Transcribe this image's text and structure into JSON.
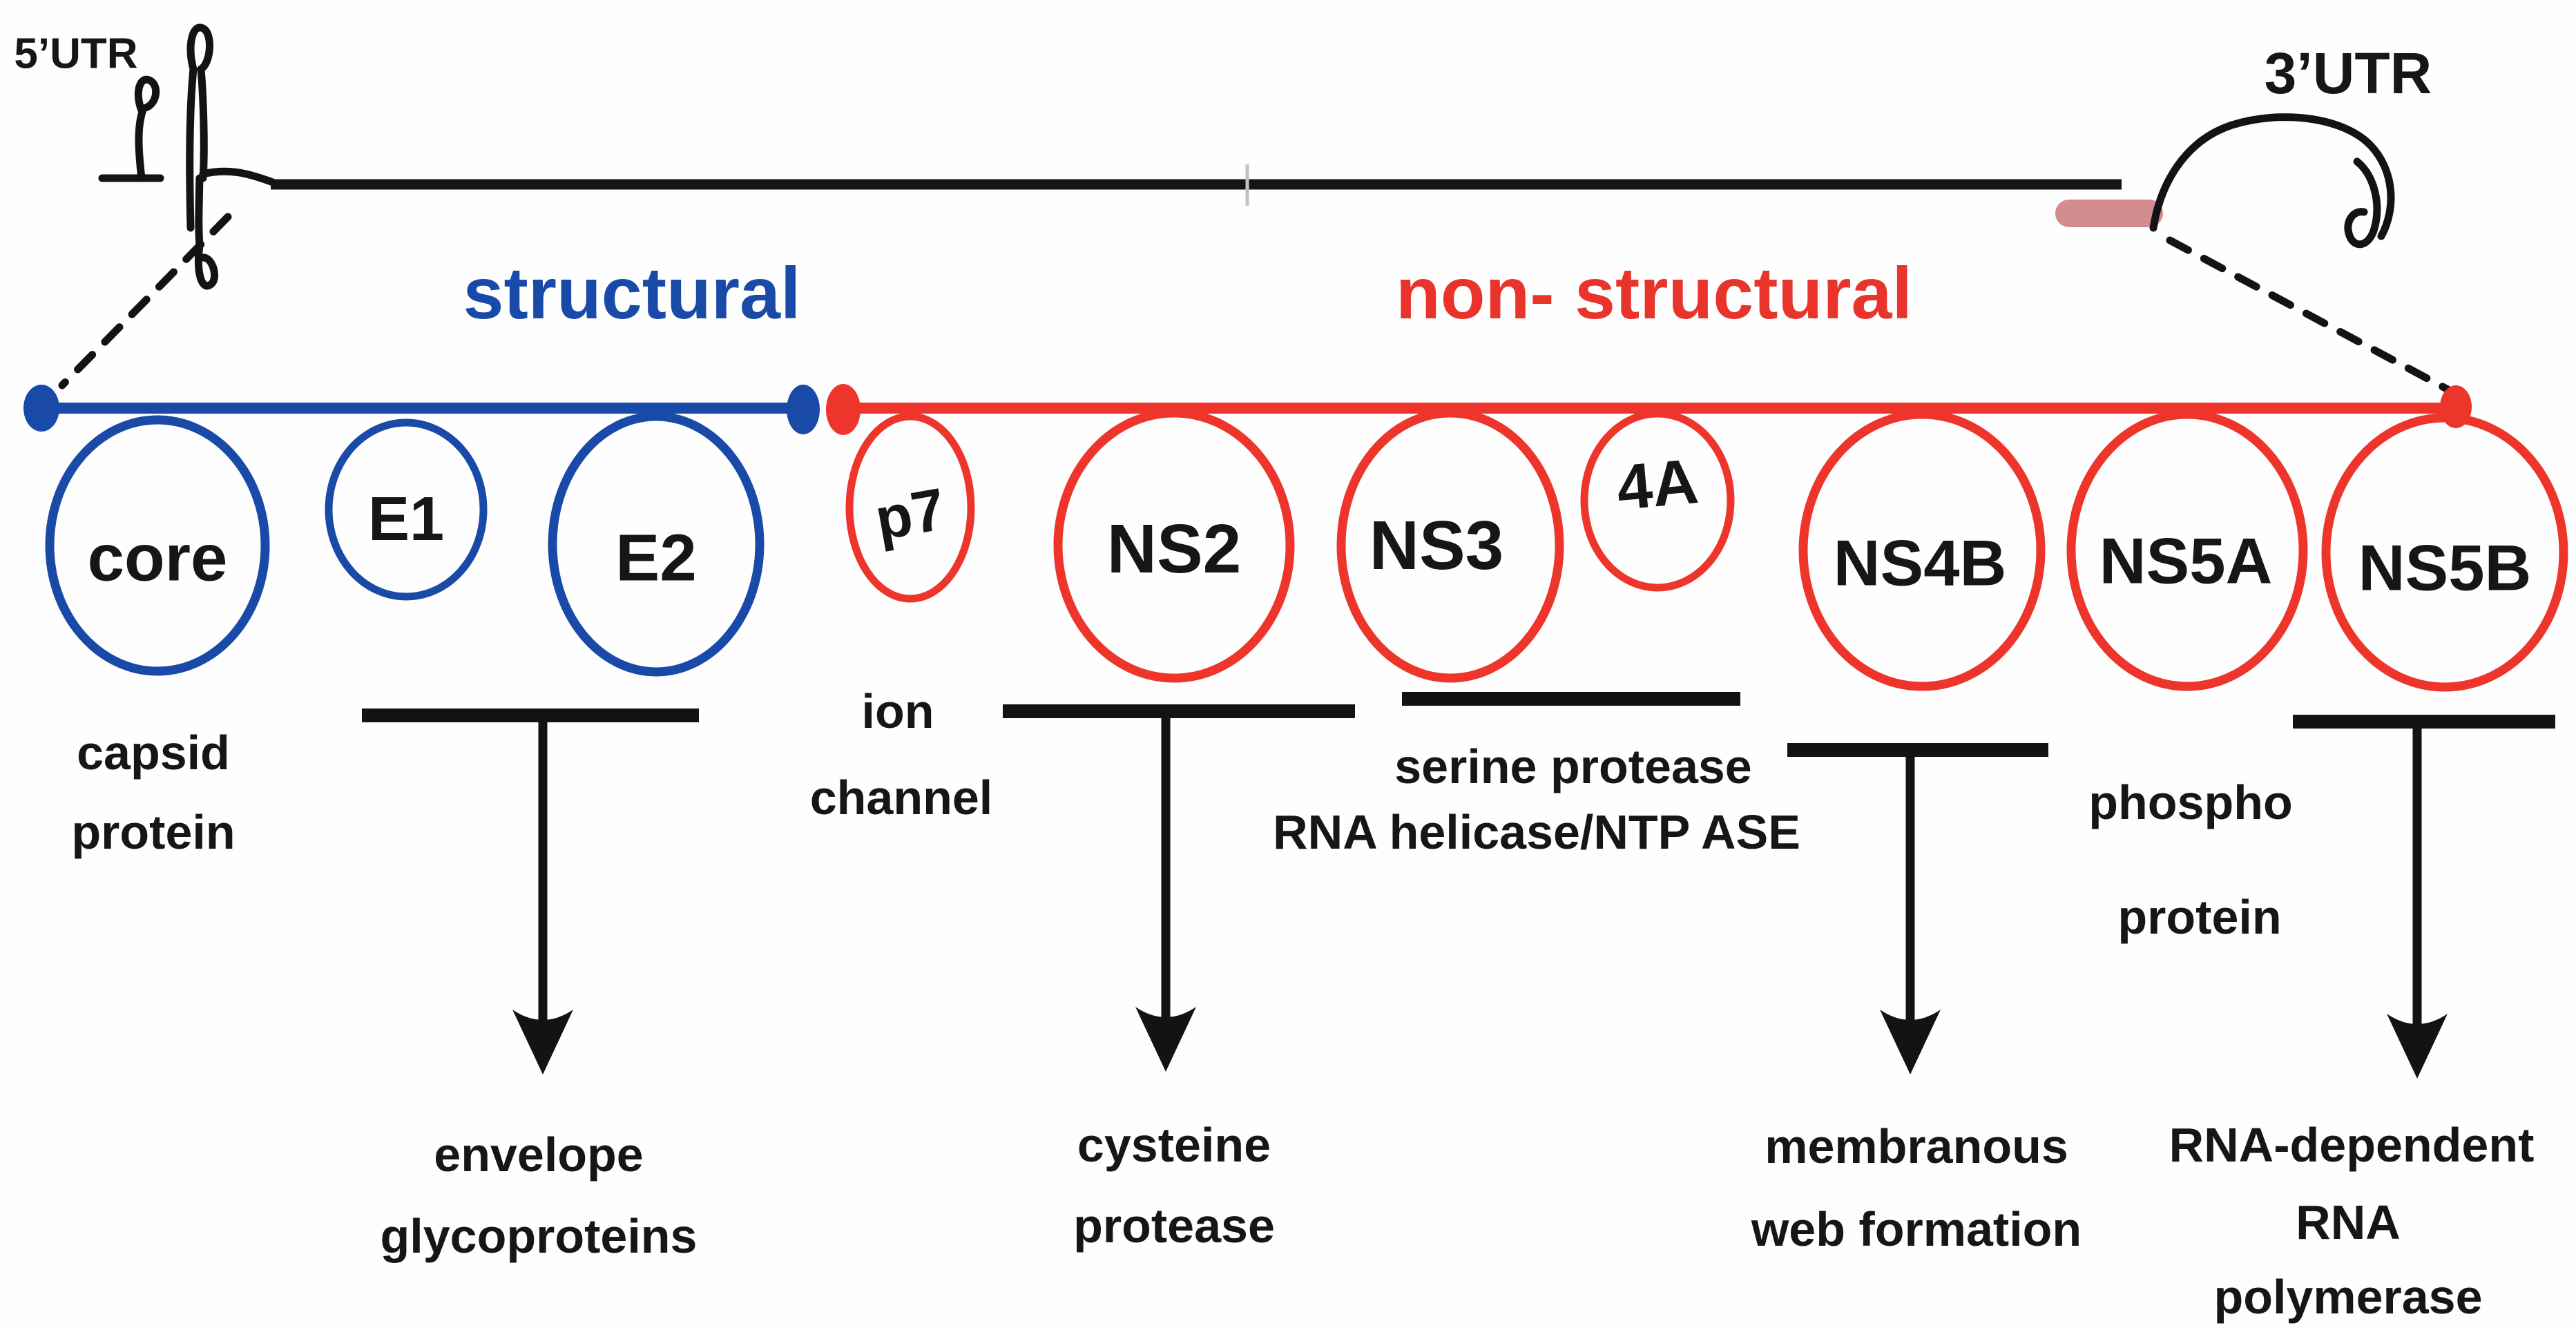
{
  "diagram": {
    "utr_5_label": "5’UTR",
    "utr_3_label": "3’UTR"
  },
  "regions": {
    "structural": {
      "label": "structural",
      "color": "#1a4aa8"
    },
    "non_structural": {
      "label": "non- structural",
      "color": "#e8342b"
    }
  },
  "proteins": [
    {
      "id": "core",
      "label": "core",
      "region": "structural"
    },
    {
      "id": "e1",
      "label": "E1",
      "region": "structural"
    },
    {
      "id": "e2",
      "label": "E2",
      "region": "structural"
    },
    {
      "id": "p7",
      "label": "p7",
      "region": "non-structural"
    },
    {
      "id": "ns2",
      "label": "NS2",
      "region": "non-structural"
    },
    {
      "id": "ns3",
      "label": "NS3",
      "region": "non-structural"
    },
    {
      "id": "4a",
      "label": "4A",
      "region": "non-structural"
    },
    {
      "id": "ns4b",
      "label": "NS4B",
      "region": "non-structural"
    },
    {
      "id": "ns5a",
      "label": "NS5A",
      "region": "non-structural"
    },
    {
      "id": "ns5b",
      "label": "NS5B",
      "region": "non-structural"
    }
  ],
  "annotations": {
    "capsid_protein": [
      "capsid",
      "protein"
    ],
    "ion_channel": [
      "ion",
      "channel"
    ],
    "envelope_glycoproteins": [
      "envelope",
      "glycoproteins"
    ],
    "cysteine_protease": [
      "cysteine",
      "protease"
    ],
    "ns3_4a_functions": [
      "serine protease",
      "RNA helicase/NTP ASE"
    ],
    "membranous_web": [
      "membranous",
      "web formation"
    ],
    "phospho_protein": [
      "phospho",
      "protein"
    ],
    "rna_polymerase": [
      "RNA-dependent",
      "RNA",
      "polymerase"
    ]
  },
  "colors": {
    "structural_blue": "#1a4aa8",
    "non_structural_red": "#ee352b",
    "utr_tail_pink": "#d28c8e",
    "ink": "#161616",
    "background": "#fefefe"
  }
}
